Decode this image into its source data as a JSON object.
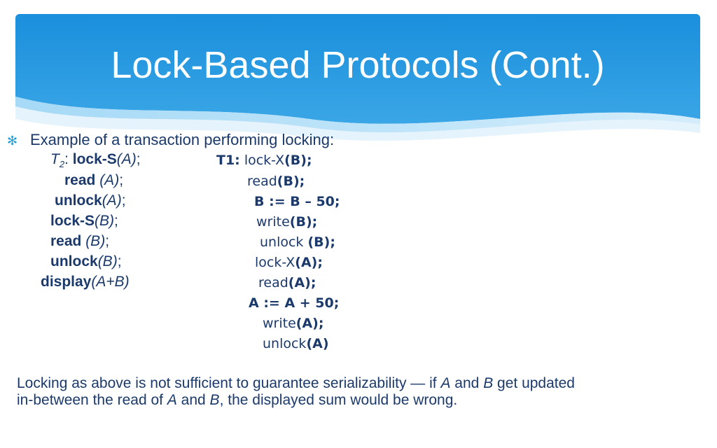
{
  "slide": {
    "title": "Lock-Based Protocols (Cont.)",
    "bullet": "Example of a transaction performing locking:",
    "t2": [
      {
        "t": "T",
        "sub": "2",
        "op": "lock-S",
        "arg": "(A)",
        "end": ";"
      },
      {
        "op": "read",
        "arg": " (A)",
        "end": ";"
      },
      {
        "op": "unlock",
        "arg": "(A)",
        "end": ";"
      },
      {
        "op": "lock-S",
        "arg": "(B)",
        "end": ";"
      },
      {
        "op": "read",
        "arg": " (B)",
        "end": ";"
      },
      {
        "op": "unlock",
        "arg": "(B)",
        "end": ";"
      },
      {
        "op": "display",
        "arg": "(A+B)",
        "end": ""
      }
    ],
    "t1": [
      {
        "label": "T1:",
        "op": "lock-X",
        "arg": "(B);"
      },
      {
        "op": "read",
        "arg": "(B);"
      },
      {
        "op": "",
        "arg": "B := B – 50;"
      },
      {
        "op": "write",
        "arg": "(B);"
      },
      {
        "op": "unlock ",
        "arg": "(B);"
      },
      {
        "op": "lock-X",
        "arg": "(A);"
      },
      {
        "op": "read",
        "arg": "(A);"
      },
      {
        "op": "",
        "arg": "A := A + 50;"
      },
      {
        "op": "write",
        "arg": "(A);"
      },
      {
        "op": "unlock",
        "arg": "(A)"
      }
    ],
    "note": {
      "p1": "Locking as above is not sufficient to guarantee serializability — if ",
      "a": "A",
      "p2": " and ",
      "b": "B",
      "p3": " get updated in-between the read of ",
      "a2": "A",
      "p4": " and ",
      "b2": "B",
      "p5": ", the displayed sum would be wrong."
    }
  }
}
